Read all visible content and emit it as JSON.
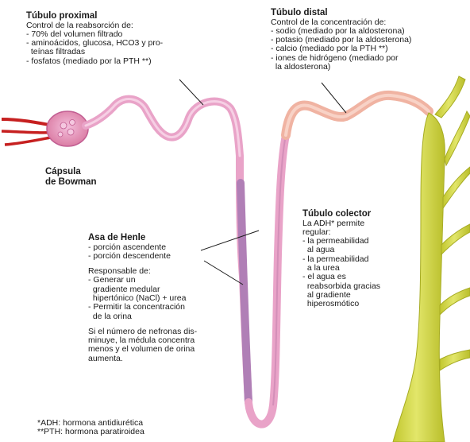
{
  "proximal": {
    "title": "Túbulo proximal",
    "lines": [
      "Control de la reabsorción de:",
      "- 70% del volumen filtrado",
      "- aminoácidos, glucosa, HCO3 y pro-",
      "  teínas filtradas",
      "- fosfatos (mediado por la PTH **)"
    ]
  },
  "distal": {
    "title": "Túbulo distal",
    "lines": [
      "Control de la concentración de:",
      "- sodio (mediado por la aldosterona)",
      "- potasio (mediado por la aldosterona)",
      "- calcio (mediado por la PTH **)",
      "- iones de hidrógeno (mediado por",
      "  la aldosterona)"
    ]
  },
  "bowman": {
    "lines": [
      "Cápsula",
      "de Bowman"
    ]
  },
  "henle": {
    "title": "Asa de Henle",
    "parts": [
      "- porción ascendente",
      "- porción descendente"
    ],
    "responsable_lines": [
      "Responsable de:",
      "- Generar un",
      "  gradiente medular",
      "  hipertónico (NaCl) + urea",
      "- Permitir la concentración",
      "  de la orina"
    ],
    "nephron_lines": [
      "Si el número de nefronas dis-",
      "minuye, la médula concentra",
      "menos y el volumen de orina",
      "aumenta."
    ]
  },
  "colector": {
    "title": "Túbulo colector",
    "lines": [
      "La ADH* permite",
      "regular:",
      "- la permeabilidad",
      "  al agua",
      "- la permeabilidad",
      "  a la urea",
      "- el agua es",
      "  reabsorbida gracias",
      "  al gradiente",
      "  hiperosmótico"
    ]
  },
  "footnotes": [
    "*ADH: hormona antidiurética",
    "**PTH: hormona paratiroidea"
  ],
  "colors": {
    "tubule_pink": "#e9a3c8",
    "descending_limb": "#b07fb6",
    "distal_peach": "#f0b3a2",
    "collecting_duct": "#d8dc52",
    "arteriole_red": "#c62020",
    "capsule_pink": "#e07db4"
  }
}
